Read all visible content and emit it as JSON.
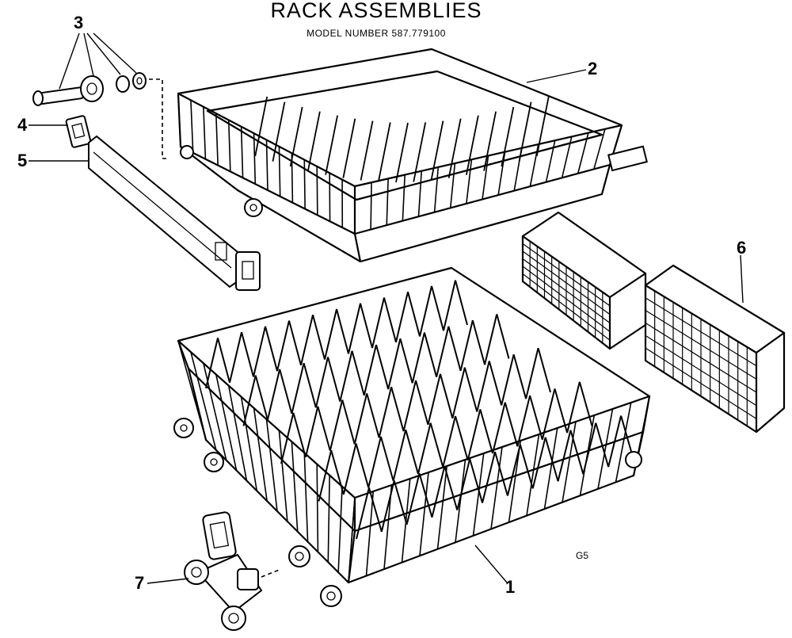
{
  "title": "RACK ASSEMBLIES",
  "subtitle": "MODEL NUMBER 587.779100",
  "drawing_code": "G5",
  "callouts": {
    "c1": "1",
    "c2": "2",
    "c3": "3",
    "c4": "4",
    "c5": "5",
    "c6": "6",
    "c7": "7"
  },
  "parts": {
    "lower_rack": "1",
    "upper_rack": "2",
    "roller_hardware": "3",
    "end_cap": "4",
    "track": "5",
    "silverware_basket": "6",
    "wheel_assembly": "7"
  }
}
